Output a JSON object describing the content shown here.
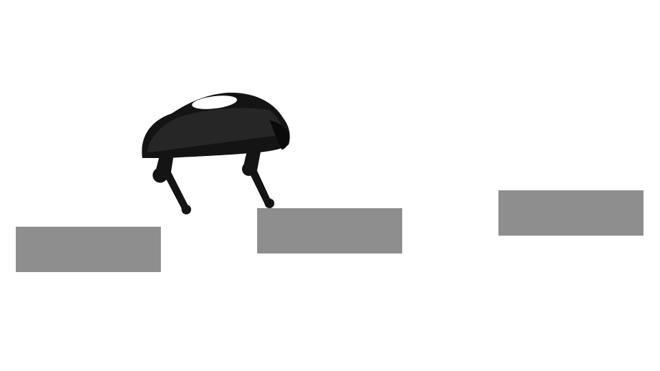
{
  "scene": {
    "background_color": "#ffffff",
    "platform_color": "#8e8e8e",
    "robot_body_color": "#141414",
    "robot_highlight_color": "#ffffff",
    "platforms": [
      "left",
      "middle",
      "right"
    ],
    "robot": "quadruped-robot"
  }
}
